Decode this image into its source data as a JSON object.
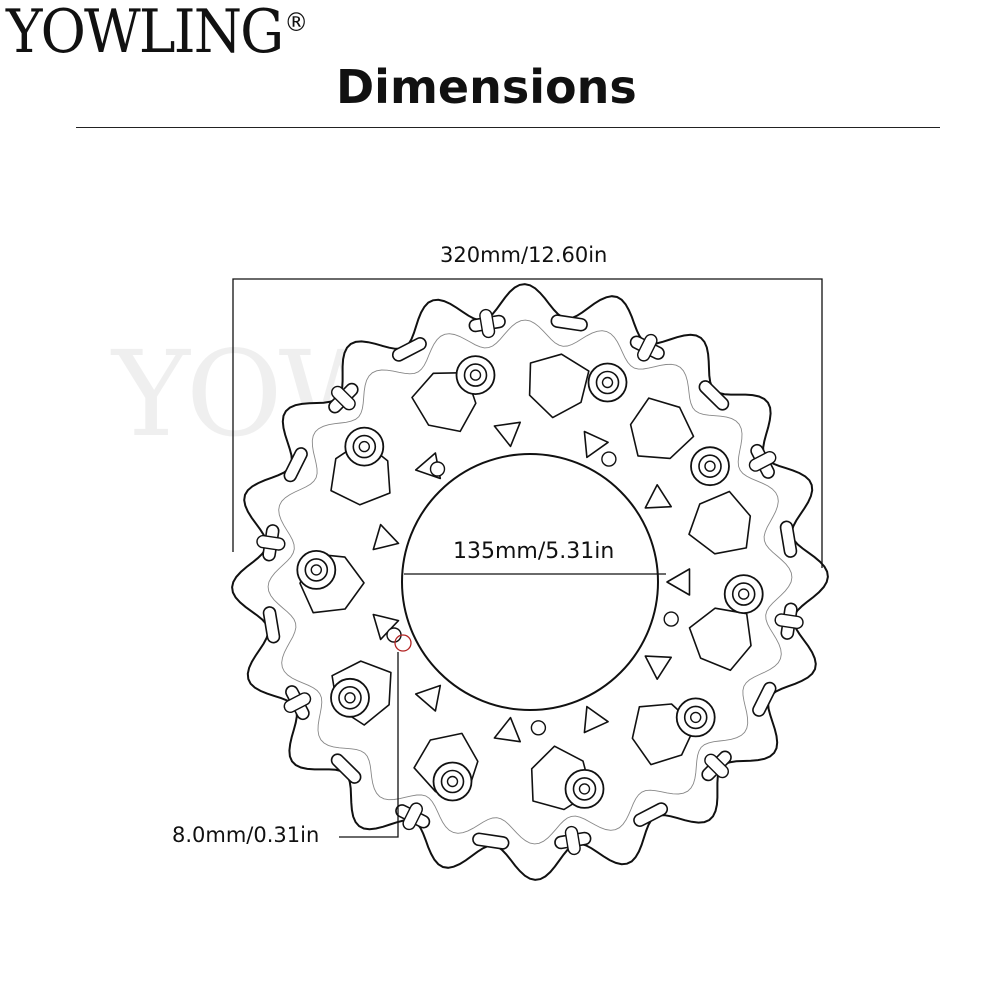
{
  "brand": {
    "name": "YOWLING",
    "mark": "®"
  },
  "title": "Dimensions",
  "watermark": "YOWLING",
  "dimensions": {
    "outer_diameter": "320mm/12.60in",
    "center_bore": "135mm/5.31in",
    "mount_hole": "8.0mm/0.31in"
  },
  "colors": {
    "line": "#111111",
    "hole_marker": "#b22222",
    "background": "#ffffff"
  },
  "icons": {
    "disc": "brake-disc-drawing"
  }
}
